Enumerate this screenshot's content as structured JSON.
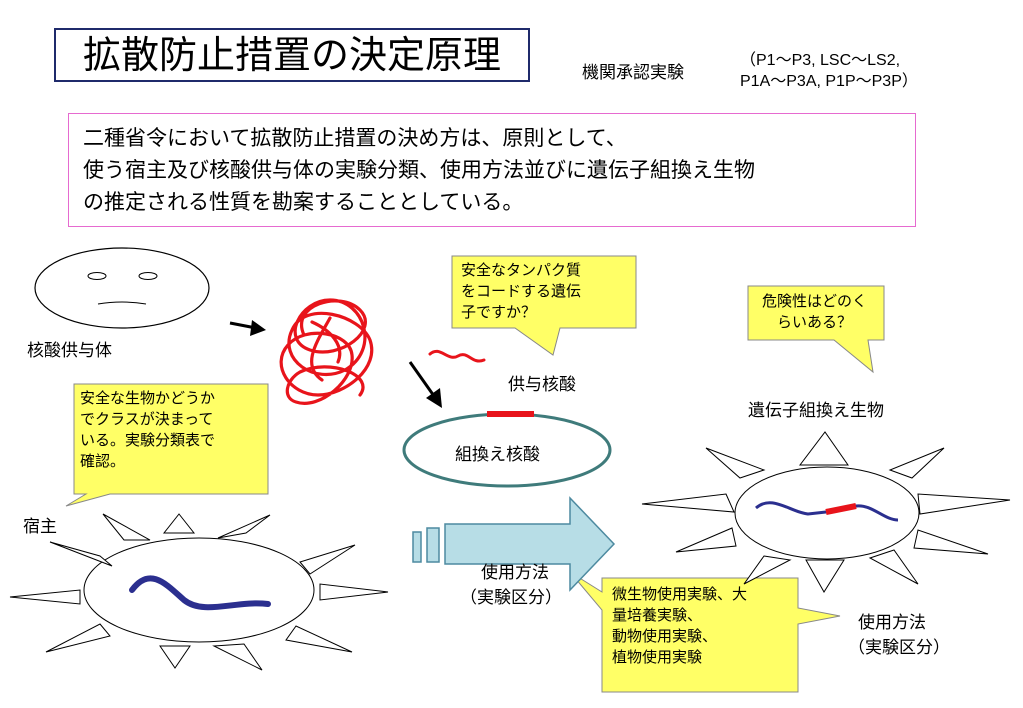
{
  "title": "拡散防止措置の決定原理",
  "subtitle": {
    "category": "機関承認実験",
    "levels_line1": "（P1～P3, LSC～LS2,",
    "levels_line2": "P1A～P3A, P1P～P3P）"
  },
  "intro_lines": [
    "二種省令において拡散防止措置の決め方は、原則として、",
    "使う宿主及び核酸供与体の実験分類、使用方法並びに遺伝子組換え生物",
    "の推定される性質を勘案することとしている。"
  ],
  "labels": {
    "donor": "核酸供与体",
    "host": "宿主",
    "donated_nucleic_acid": "供与核酸",
    "recombinant_nucleic_acid": "組換え核酸",
    "gmo": "遺伝子組換え生物",
    "usage_line1": "使用方法",
    "usage_line2": "（実験区分）",
    "usage_right_line1": "使用方法",
    "usage_right_line2": "（実験区分）"
  },
  "bubbles": {
    "protein": [
      "安全なタンパク質",
      "をコードする遺伝",
      "子ですか？"
    ],
    "danger": [
      "危険性はどのく",
      "らいある？"
    ],
    "safe_organism": [
      "安全な生物かどうか",
      "でクラスが決まって",
      "いる。実験分類表で",
      "確認。"
    ],
    "experiments": [
      "微生物使用実験、大",
      "量培養実験、",
      "動物使用実験、",
      "植物使用実験"
    ]
  },
  "colors": {
    "title_border": "#1f2a6b",
    "intro_border": "#e66ad0",
    "bubble_fill": "#ffff66",
    "dna_red": "#e8141b",
    "dna_blue": "#2b2f8f",
    "plasmid": "#3f7b7b",
    "arrow_fill": "#b7dde6",
    "arrow_stroke": "#4d8aa0"
  }
}
